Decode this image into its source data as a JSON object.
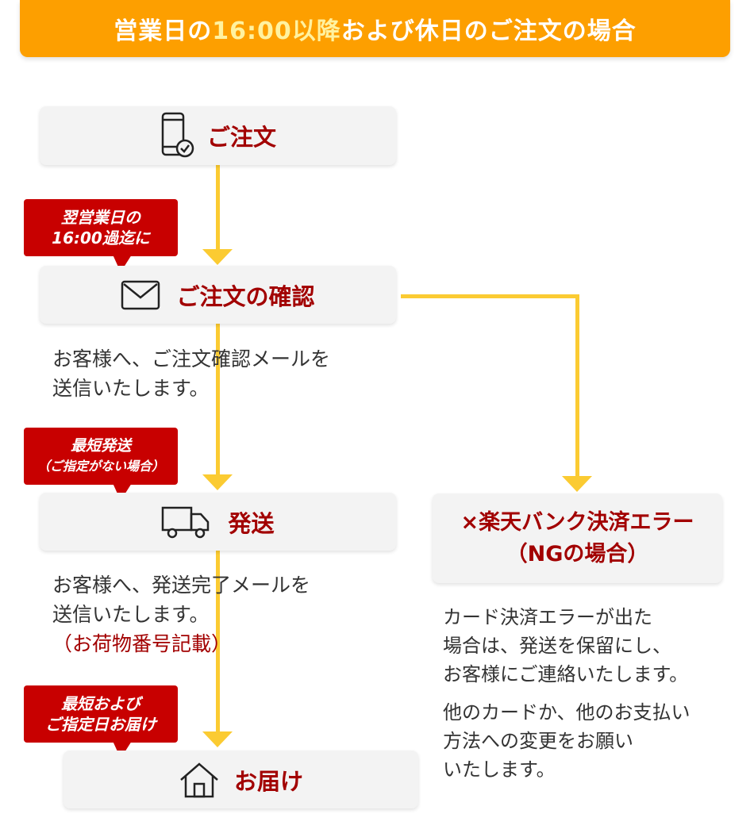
{
  "colors": {
    "header_bg": "#fd9f00",
    "header_highlight": "#fff2a0",
    "line": "#fbcb32",
    "box_bg": "#f3f3f3",
    "dark_red": "#a20000",
    "badge_bg": "#c80000"
  },
  "header": {
    "title_pre": "営業日の",
    "title_highlight": "16:00以降",
    "title_post": "および休日のご注文の場合"
  },
  "steps": {
    "order": {
      "icon": "smartphone-check-icon",
      "title": "ご注文"
    },
    "confirm": {
      "icon": "envelope-icon",
      "title": "ご注文の確認",
      "badge_line1": "翌営業日の",
      "badge_line2": "16:00過迄に",
      "desc_line1": "お客様へ、ご注文確認メールを",
      "desc_line2": "送信いたします。"
    },
    "ship": {
      "icon": "truck-icon",
      "title": "発送",
      "badge_line1": "最短発送",
      "badge_line2": "（ご指定がない場合）",
      "desc_line1": "お客様へ、発送完了メールを",
      "desc_line2": "送信いたします。",
      "desc_line3": "（お荷物番号記載）"
    },
    "deliver": {
      "icon": "house-icon",
      "title": "お届け",
      "badge_line1": "最短および",
      "badge_line2": "ご指定日お届け"
    }
  },
  "error": {
    "title_line1": "×楽天バンク決済エラー",
    "title_line2": "（NGの場合）",
    "para1_line1": "カード決済エラーが出た",
    "para1_line2": "場合は、発送を保留にし、",
    "para1_line3": "お客様にご連絡いたします。",
    "para2_line1": "他のカードか、他のお支払い",
    "para2_line2": "方法への変更をお願い",
    "para2_line3": "いたします。"
  }
}
